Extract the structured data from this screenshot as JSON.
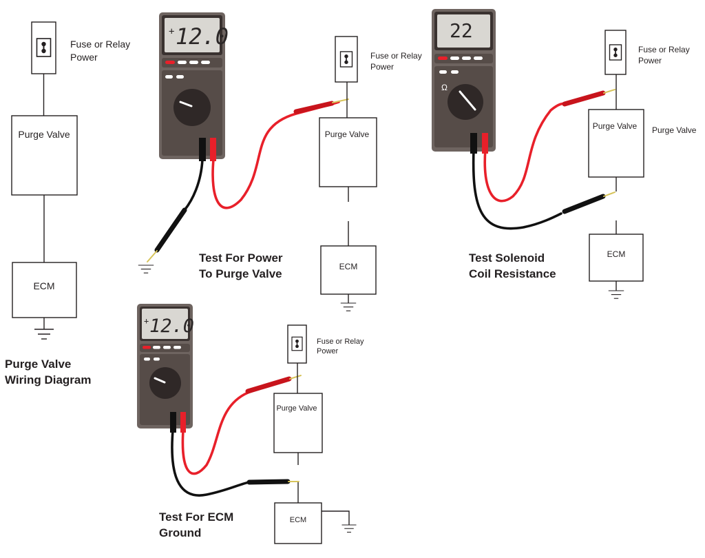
{
  "wiring_diagram": {
    "title_line1": "Purge Valve",
    "title_line2": "Wiring Diagram",
    "fuse_label_line1": "Fuse or Relay",
    "fuse_label_line2": "Power",
    "purge_valve_label": "Purge Valve",
    "ecm_label": "ECM"
  },
  "test_power": {
    "title_line1": "Test For Power",
    "title_line2": "To Purge Valve",
    "meter_display": "12.0",
    "meter_sign": "+",
    "fuse_label_line1": "Fuse or Relay",
    "fuse_label_line2": "Power",
    "purge_valve_label": "Purge Valve",
    "ecm_label": "ECM"
  },
  "test_resistance": {
    "title_line1": "Test Solenoid",
    "title_line2": "Coil Resistance",
    "meter_display": "22",
    "fuse_label_line1": "Fuse or Relay",
    "fuse_label_line2": "Power",
    "purge_valve_label": "Purge Valve",
    "purge_valve_side_label": "Purge Valve",
    "ecm_label": "ECM",
    "ohm_symbol": "Ω"
  },
  "test_ground": {
    "title_line1": "Test For ECM",
    "title_line2": "Ground",
    "meter_display": "12.0",
    "meter_sign": "+",
    "fuse_label_line1": "Fuse or Relay",
    "fuse_label_line2": "Power",
    "purge_valve_label": "Purge Valve",
    "ecm_label": "ECM"
  },
  "colors": {
    "red_lead": "#e8202a",
    "black_lead": "#111111",
    "meter_body": "#6e6460",
    "lcd": "#d9d7d2"
  }
}
